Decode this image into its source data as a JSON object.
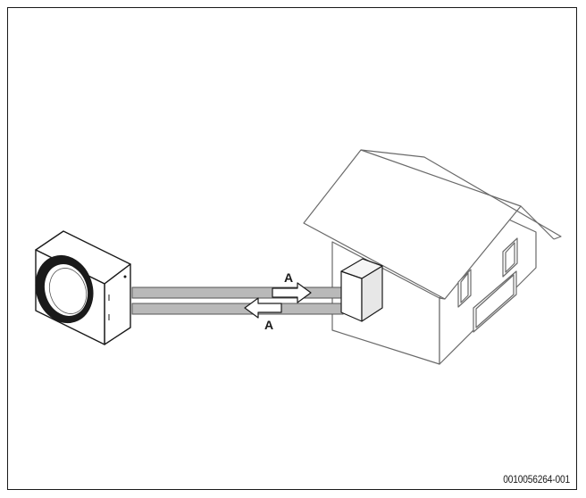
{
  "diagram": {
    "flow_labels": {
      "supply": "A",
      "return": "A"
    },
    "reference_code": "0010056264-001"
  },
  "colors": {
    "line": "#555555",
    "pipe_fill": "#b9b9b9",
    "dark": "#1a1a1a"
  }
}
